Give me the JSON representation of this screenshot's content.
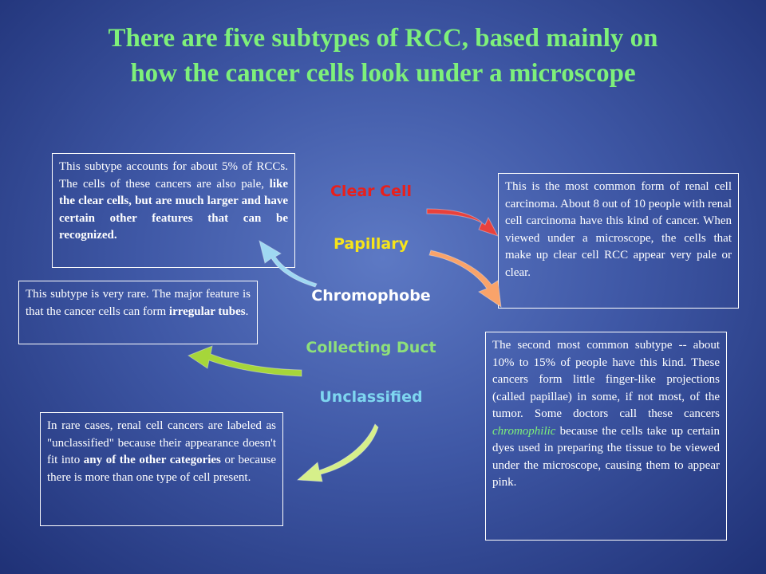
{
  "title": {
    "line1": "There are five subtypes of RCC, based mainly on",
    "line2": "how the cancer cells look under a microscope"
  },
  "subtypes": [
    {
      "label": "Clear Cell",
      "color": "#e8201c"
    },
    {
      "label": "Papillary",
      "color": "#f6e41a"
    },
    {
      "label": "Chromophobe",
      "color": "#ffffff"
    },
    {
      "label": "Collecting Duct",
      "color": "#8ee07a"
    },
    {
      "label": "Unclassified",
      "color": "#7ed6f0"
    }
  ],
  "descriptions": {
    "chromophobe": {
      "t1": "This subtype accounts for about 5% of RCCs. The cells of these cancers are also pale, ",
      "b1": "like the clear cells, but are much larger and have certain other features that can be recognized."
    },
    "collecting_duct": {
      "t1": "This subtype is very rare. The major feature is that the cancer cells can form ",
      "b1": "irregular tubes",
      "t2": "."
    },
    "unclassified": {
      "t1": "In rare cases, renal cell cancers are labeled as \"unclassified\" because their appearance doesn't fit into ",
      "b1": "any of the other categories",
      "t2": " or because there is more than one type of cell present."
    },
    "clear_cell": {
      "t1": "This is the most common form of renal cell carcinoma. About 8 out of 10 people with renal cell carcinoma have this kind of cancer. When viewed under a microscope, the cells that make up clear cell RCC appear very pale or clear."
    },
    "papillary": {
      "t1": "The second most common subtype -- about 10% to 15% of people have this kind. These cancers form little finger-like projections (called papillae) in some, if not most, of the tumor. Some doctors call these cancers ",
      "g1": "chromophilic",
      "t2": " because the cells take up certain dyes used in preparing the tissue to be viewed under the microscope, causing them to appear pink."
    }
  },
  "arrow_colors": {
    "clear_cell": "#e8413c",
    "papillary": "#f9a36a",
    "chromophobe": "#9fd8f2",
    "collecting_duct": "#a6d63a",
    "unclassified": "#d6ef8a"
  }
}
